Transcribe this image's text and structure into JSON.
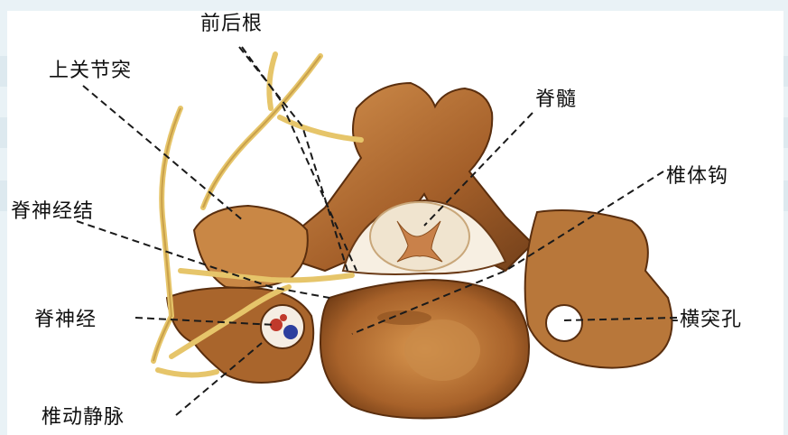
{
  "diagram": {
    "labels": {
      "anterior_posterior_root": "前后根",
      "superior_articular_process": "上关节突",
      "spinal_cord": "脊髓",
      "uncinate_process": "椎体钩",
      "spinal_ganglion": "脊神经结",
      "spinal_nerve": "脊神经",
      "transverse_foramen": "-横突孔",
      "vertebral_artery_vein": "椎动静脉"
    },
    "colors": {
      "bone_dark": "#7a4318",
      "bone_mid": "#b56e2e",
      "bone_light": "#e0a45c",
      "nerve": "#e6c56a",
      "cord": "#f0e4cf",
      "artery": "#c0392b",
      "vein": "#2c3e9e"
    }
  }
}
